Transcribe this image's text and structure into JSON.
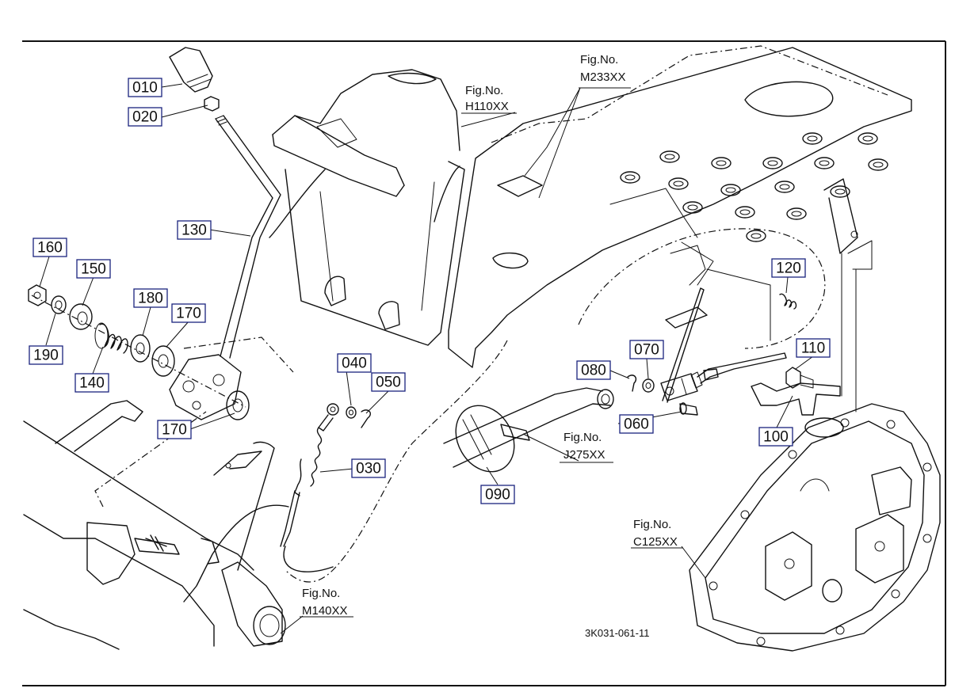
{
  "diagram_code": "3K031-061-11",
  "part_tags": {
    "p010": "010",
    "p020": "020",
    "p030": "030",
    "p040": "040",
    "p050": "050",
    "p060": "060",
    "p070": "070",
    "p080": "080",
    "p090": "090",
    "p100": "100",
    "p110": "110",
    "p120": "120",
    "p130": "130",
    "p140": "140",
    "p150": "150",
    "p160": "160",
    "p170a": "170",
    "p170b": "170",
    "p180": "180",
    "p190": "190"
  },
  "figure_refs": {
    "m233": {
      "label": "Fig.No.",
      "code": "M233XX"
    },
    "h110": {
      "label": "Fig.No.",
      "code": "H110XX"
    },
    "j275": {
      "label": "Fig.No.",
      "code": "J275XX"
    },
    "c125": {
      "label": "Fig.No.",
      "code": "C125XX"
    },
    "m140": {
      "label": "Fig.No.",
      "code": "M140XX"
    }
  }
}
